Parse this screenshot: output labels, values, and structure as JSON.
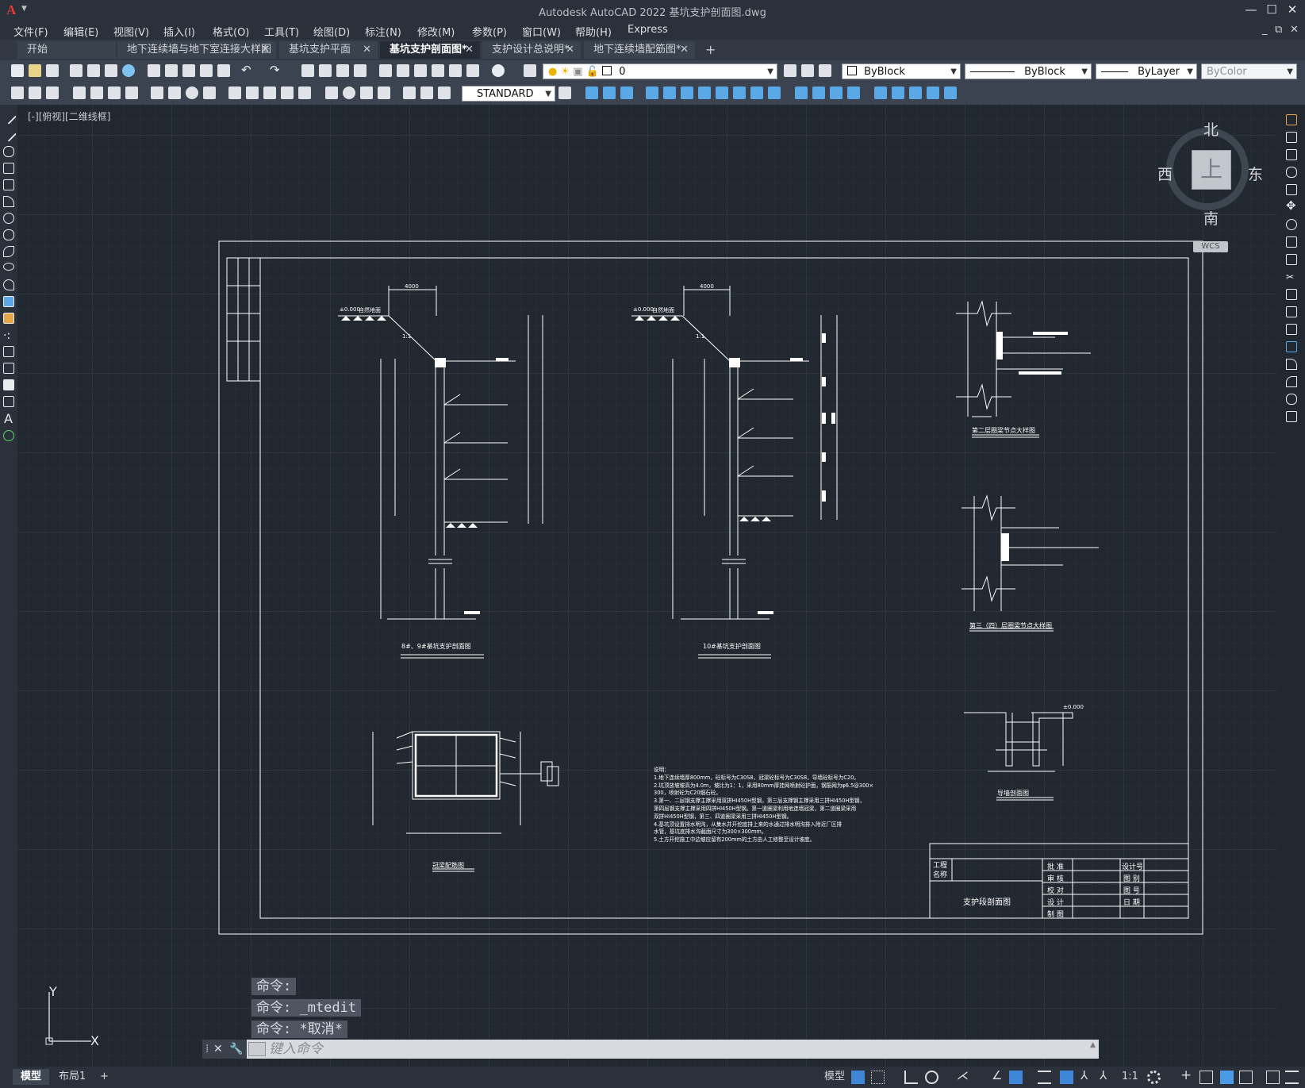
{
  "app": {
    "logo_text": "A",
    "title": "Autodesk AutoCAD 2022    基坑支护剖面图.dwg"
  },
  "window_controls": {
    "minimize": "—",
    "maximize": "☐",
    "close": "✕",
    "doc_min": "_",
    "doc_restore": "⧉",
    "doc_close": "✕"
  },
  "menu": {
    "items": [
      "文件(F)",
      "编辑(E)",
      "视图(V)",
      "插入(I)",
      "格式(O)",
      "工具(T)",
      "绘图(D)",
      "标注(N)",
      "修改(M)",
      "参数(P)",
      "窗口(W)",
      "帮助(H)",
      "Express"
    ]
  },
  "tabs": {
    "items": [
      {
        "label": "开始",
        "closable": false
      },
      {
        "label": "地下连续墙与地下室连接大样图",
        "closable": true
      },
      {
        "label": "基坑支护平面",
        "closable": true
      },
      {
        "label": "基坑支护剖面图*",
        "closable": true,
        "active": true
      },
      {
        "label": "支护设计总说明*",
        "closable": true
      },
      {
        "label": "地下连续墙配筋图*",
        "closable": true
      }
    ],
    "close_glyph": "✕",
    "add_glyph": "+"
  },
  "toolbar": {
    "layer_value": "0",
    "color_value": "ByBlock",
    "linetype_value": "ByBlock",
    "lineweight_value": "ByLayer",
    "plotstyle_value": "ByColor",
    "textstyle_value": "STANDARD"
  },
  "view": {
    "label": "[-][俯视][二维线框]"
  },
  "viewcube": {
    "north": "北",
    "south": "南",
    "east": "东",
    "west": "西",
    "face": "上",
    "wcs": "WCS"
  },
  "drawing": {
    "sec1_title": "8#、9#基坑支护剖面图",
    "sec2_title": "10#基坑支护剖面图",
    "detail1_title": "第二层圈梁节点大样图",
    "detail2_title": "第三（四）层圈梁节点大样图",
    "beam_title": "冠梁配筋图",
    "wall_title": "导墙剖面图",
    "elev_top": "±0.000",
    "dim_top": "4000",
    "natural_ground": "自然地面",
    "slope": "1:1",
    "notes": [
      "说明：",
      "1.地下连续墙厚800mm，砼标号为C30S8，冠梁砼标号为C30S8，导墙砼标号为C20。",
      "2.坑顶放坡坡高为4.0m，坡比为1：1，采用80mm厚挂网喷射砼护面，钢筋网为φ6.5@300×",
      "300，喷射砼为C20细石砼。",
      "3.第一、二层钢支撑主撑采用双拼HI450H型钢，第三层支撑钢主撑采用三拼HI450H型钢，",
      "第四层钢支撑主撑采用四拼HI450H型钢。第一道圈梁利用地连墙冠梁，第二道圈梁采用",
      "双拼HI450H型钢，第三、四道圈梁采用三拼HI450H型钢。",
      "4.基坑顶设置排水明沟，从集水井开挖底排上来的水通过排水明沟排入附近厂区排",
      "水管，基坑底排水沟截面尺寸为300×300mm。",
      "5.土方开挖施工中边坡应留有200mm的土方由人工修整至设计坡度。"
    ],
    "titleblock": {
      "project_label": "工程名称",
      "drawing_name": "支护段剖面图",
      "rows_left": [
        "批 准",
        "审 核",
        "校 对",
        "设 计",
        "制 图"
      ],
      "rows_right": [
        "设计号",
        "图 别",
        "图 号",
        "日 期"
      ]
    }
  },
  "command": {
    "history": [
      "命令:",
      "命令: _mtedit",
      "命令: *取消*"
    ],
    "placeholder": "键入命令",
    "close_glyph": "✕"
  },
  "statusbar": {
    "layout_tabs": [
      "模型",
      "布局1"
    ],
    "add_glyph": "+",
    "model_label": "模型",
    "scale": "1:1"
  },
  "ucs": {
    "x": "X",
    "y": "Y"
  }
}
